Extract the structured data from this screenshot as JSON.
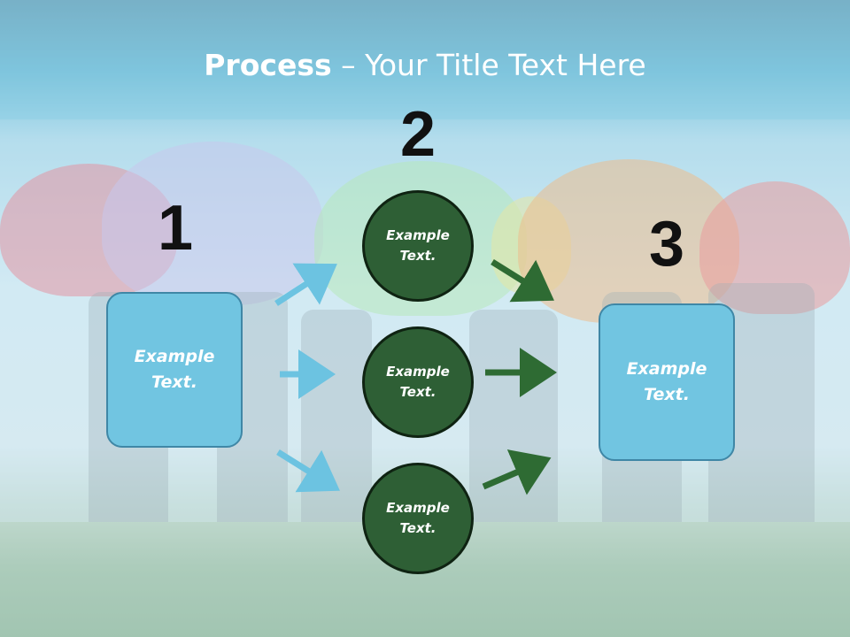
{
  "slide": {
    "title_bold": "Process",
    "title_rest": " – Your Title Text Here",
    "steps": [
      "1",
      "2",
      "3"
    ],
    "left_box_text": [
      "Example",
      "Text."
    ],
    "right_box_text": [
      "Example",
      "Text."
    ],
    "circles": [
      [
        "Example",
        "Text."
      ],
      [
        "Example",
        "Text."
      ],
      [
        "Example",
        "Text."
      ]
    ]
  },
  "colors": {
    "box_fill": "#71c5e1",
    "box_border": "#3f87a6",
    "circle_fill": "#2e5f35",
    "arrow_blue": "#6cc3e1",
    "arrow_green": "#2e6b33"
  },
  "background": {
    "description_icon": "umbrellas-photo",
    "umbrella_colors": [
      "#e46477",
      "#b9b3e8",
      "#9fe39a",
      "#f3a356",
      "#ec6f6f"
    ]
  }
}
